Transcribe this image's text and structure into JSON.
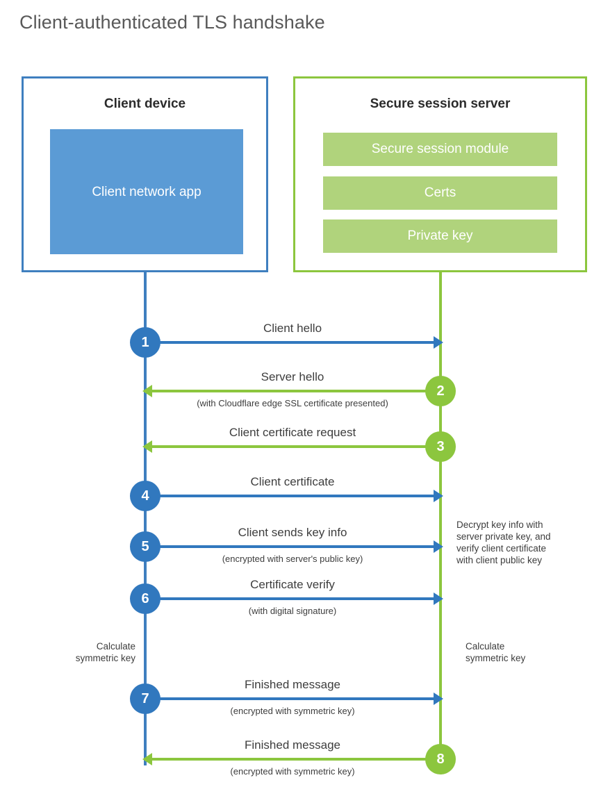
{
  "title": "Client-authenticated TLS handshake",
  "colors": {
    "blue_border": "#3f7fbf",
    "blue_fill": "#5b9bd5",
    "blue_accent": "#3178be",
    "green_border": "#8cc63e",
    "green_fill": "#b0d37c",
    "green_accent": "#8cc63e",
    "text": "#3d3d3d",
    "title_text": "#595959"
  },
  "actors": {
    "client": {
      "title": "Client device",
      "app_label": "Client network\napp"
    },
    "server": {
      "title": "Secure session server",
      "bars": [
        "Secure session module",
        "Certs",
        "Private key"
      ]
    }
  },
  "messages": [
    {
      "step": "1",
      "label": "Client hello",
      "sublabel": "",
      "direction": "right",
      "color": "blue"
    },
    {
      "step": "2",
      "label": "Server hello",
      "sublabel": "(with Cloudflare edge SSL certificate presented)",
      "direction": "left",
      "color": "green"
    },
    {
      "step": "3",
      "label": "Client certificate request",
      "sublabel": "",
      "direction": "left",
      "color": "green"
    },
    {
      "step": "4",
      "label": "Client certificate",
      "sublabel": "",
      "direction": "right",
      "color": "blue"
    },
    {
      "step": "5",
      "label": "Client sends key info",
      "sublabel": "(encrypted with server's public key)",
      "direction": "right",
      "color": "blue"
    },
    {
      "step": "6",
      "label": "Certificate verify",
      "sublabel": "(with digital signature)",
      "direction": "right",
      "color": "blue"
    },
    {
      "step": "7",
      "label": "Finished message",
      "sublabel": "(encrypted with symmetric key)",
      "direction": "right",
      "color": "blue"
    },
    {
      "step": "8",
      "label": "Finished message",
      "sublabel": "(encrypted with symmetric key)",
      "direction": "left",
      "color": "green"
    }
  ],
  "notes": {
    "decrypt": "Decrypt key info with\nserver private key, and\nverify client certificate\nwith client public key",
    "calculate_client": "Calculate\nsymmetric key",
    "calculate_server": "Calculate\nsymmetric key"
  }
}
